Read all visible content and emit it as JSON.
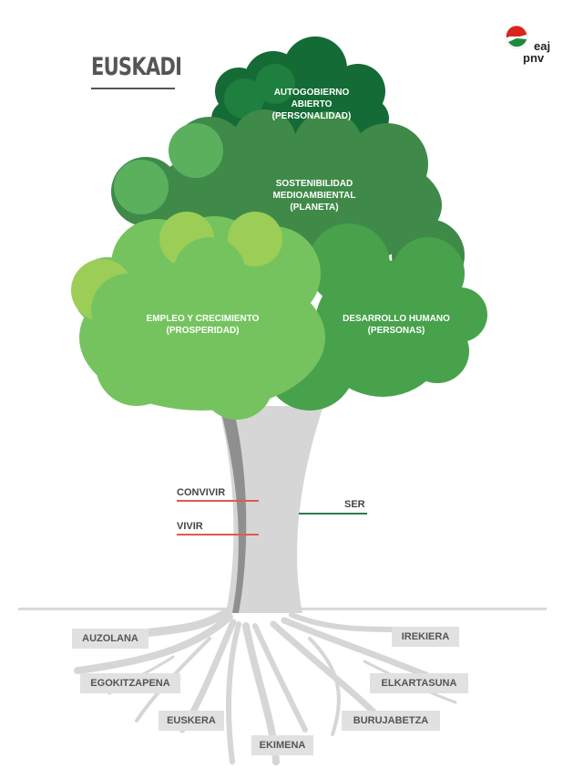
{
  "title": "EUSKADI",
  "logo": {
    "line1": "eaj",
    "line2": "pnv"
  },
  "canopy": {
    "top": [
      "AUTOGOBIERNO",
      "ABIERTO",
      "(PERSONALIDAD)"
    ],
    "middle": [
      "SOSTENIBILIDAD",
      "MEDIOAMBIENTAL",
      "(PLANETA)"
    ],
    "left": [
      "EMPLEO Y CRECIMIENTO",
      "(PROSPERIDAD)"
    ],
    "right": [
      "DESARROLLO HUMANO",
      "(PERSONAS)"
    ]
  },
  "trunk": {
    "convivir": "CONVIVIR",
    "vivir": "VIVIR",
    "ser": "SER"
  },
  "roots": {
    "auzolana": "AUZOLANA",
    "egokitzapena": "EGOKITZAPENA",
    "euskera": "EUSKERA",
    "ekimena": "EKIMENA",
    "burujabetza": "BURUJABETZA",
    "elkartasuna": "ELKARTASUNA",
    "irekiera": "IREKIERA"
  },
  "colors": {
    "dark_green": "#146b35",
    "dark_green_mid": "#1e7f3f",
    "mid_green": "#3f8a49",
    "mid_green_light": "#5bb05e",
    "light_green": "#75c35f",
    "light_green_accent": "#9cce57",
    "right_green": "#47a24b",
    "trunk": "#d6d6d6",
    "trunk_shadow": "#8f8f8f",
    "red_line": "#e05a4e",
    "green_line": "#2e7d4f",
    "tag_bg": "#e1e1e1",
    "text_gray": "#555555"
  }
}
